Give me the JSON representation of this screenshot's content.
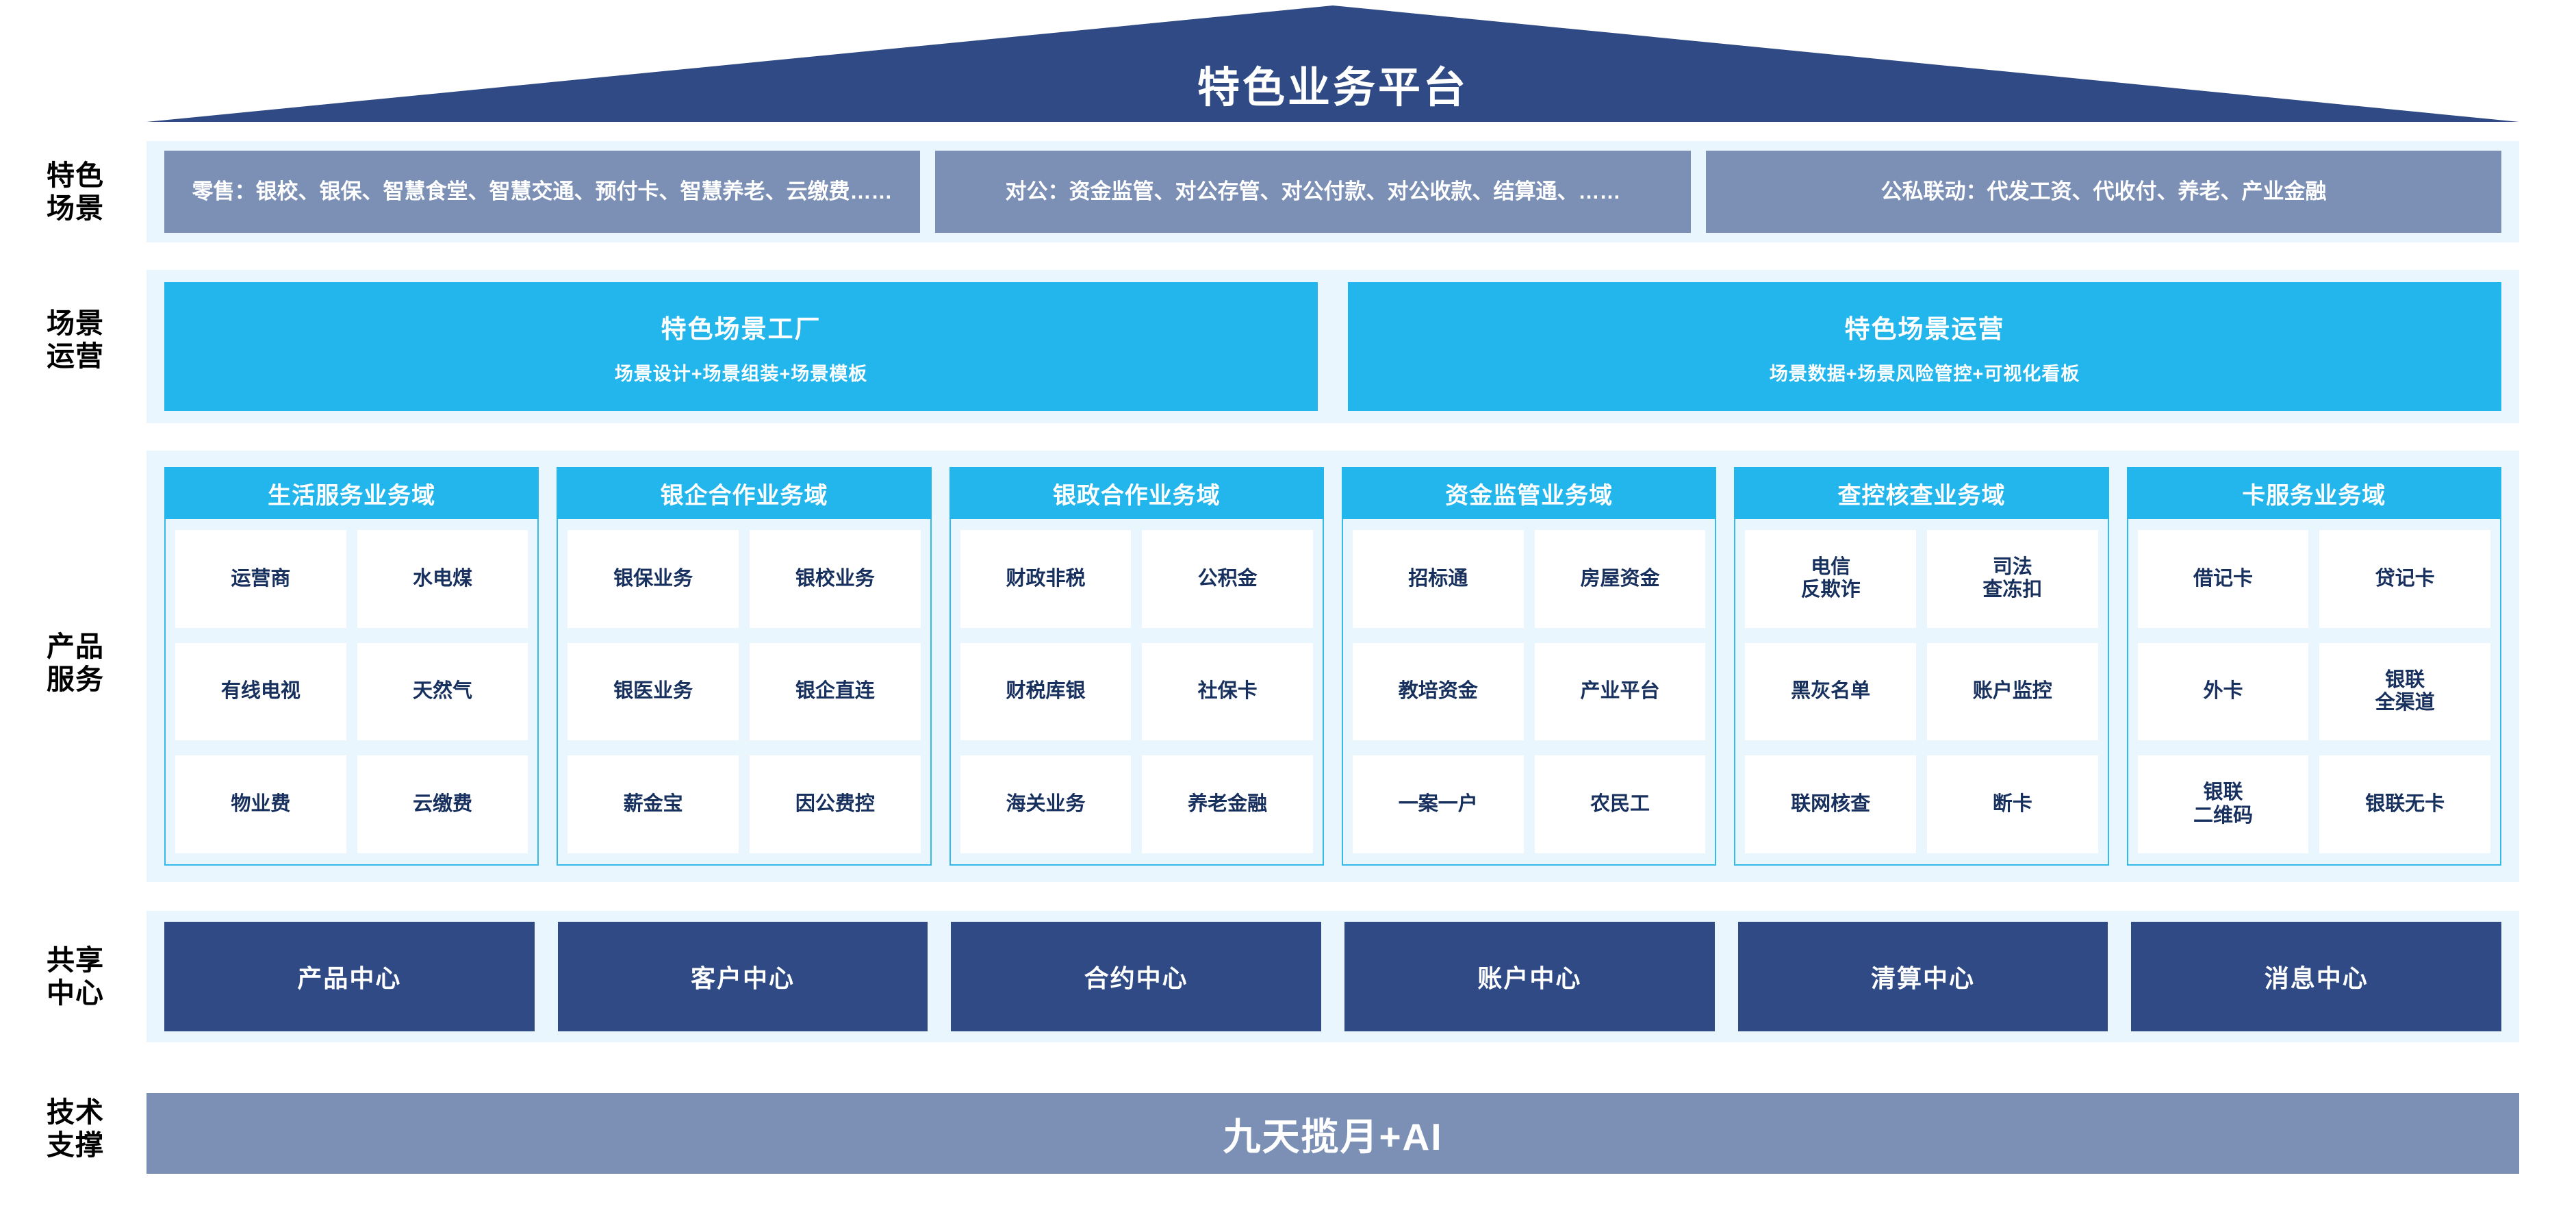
{
  "header": {
    "title": "特色业务平台"
  },
  "row_labels": {
    "scenario": "特色\n场景",
    "operation": "场景\n运营",
    "product": "产品\n服务",
    "shared": "共享\n中心",
    "tech": "技术\n支撑"
  },
  "scenario_row": {
    "boxes": [
      {
        "text": "零售：银校、银保、智慧食堂、智慧交通、预付卡、智慧养老、云缴费……"
      },
      {
        "text": "对公：资金监管、对公存管、对公付款、对公收款、结算通、……"
      },
      {
        "text": "公私联动：代发工资、代收付、养老、产业金融"
      }
    ]
  },
  "operation_row": {
    "boxes": [
      {
        "title": "特色场景工厂",
        "subtitle": "场景设计+场景组装+场景模板"
      },
      {
        "title": "特色场景运营",
        "subtitle": "场景数据+场景风险管控+可视化看板"
      }
    ]
  },
  "product_row": {
    "columns": [
      {
        "title": "生活服务业务域",
        "cells": [
          "运营商",
          "水电煤",
          "有线电视",
          "天然气",
          "物业费",
          "云缴费"
        ]
      },
      {
        "title": "银企合作业务域",
        "cells": [
          "银保业务",
          "银校业务",
          "银医业务",
          "银企直连",
          "薪金宝",
          "因公费控"
        ]
      },
      {
        "title": "银政合作业务域",
        "cells": [
          "财政非税",
          "公积金",
          "财税库银",
          "社保卡",
          "海关业务",
          "养老金融"
        ]
      },
      {
        "title": "资金监管业务域",
        "cells": [
          "招标通",
          "房屋资金",
          "教培资金",
          "产业平台",
          "一案一户",
          "农民工"
        ]
      },
      {
        "title": "查控核查业务域",
        "cells": [
          "电信\n反欺诈",
          "司法\n查冻扣",
          "黑灰名单",
          "账户监控",
          "联网核查",
          "断卡"
        ]
      },
      {
        "title": "卡服务业务域",
        "cells": [
          "借记卡",
          "贷记卡",
          "外卡",
          "银联\n全渠道",
          "银联\n二维码",
          "银联无卡"
        ]
      }
    ]
  },
  "shared_row": {
    "boxes": [
      "产品中心",
      "客户中心",
      "合约中心",
      "账户中心",
      "清算中心",
      "消息中心"
    ]
  },
  "tech_row": {
    "title": "九天揽月+AI"
  },
  "colors": {
    "navy": "#2F4A84",
    "slate_blue": "#7C8FB5",
    "cyan": "#23B6EC",
    "band_bg": "#E9F6FD",
    "cell_text": "#18305E",
    "cell_bg": "#FFFFFF"
  }
}
